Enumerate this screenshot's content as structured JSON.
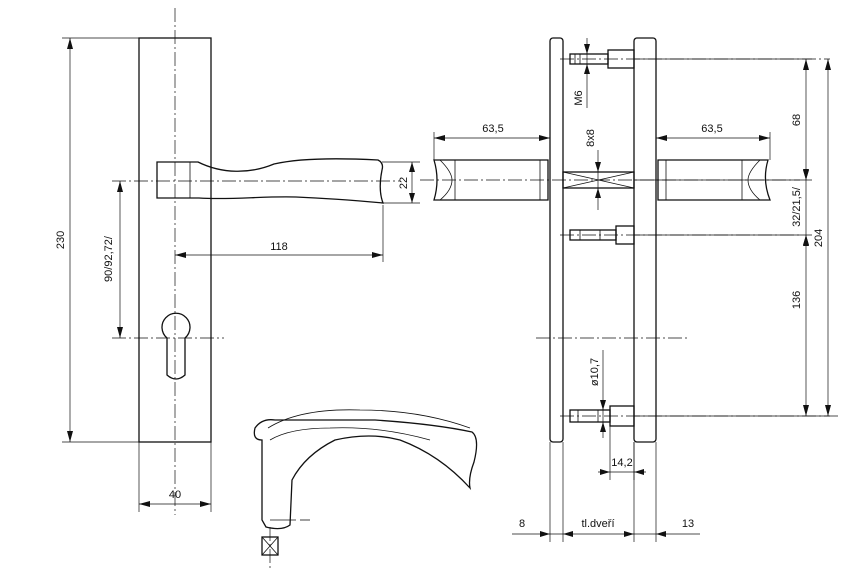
{
  "dimensions": {
    "plate_height": "230",
    "plate_width": "40",
    "lever_length": "118",
    "lever_thickness": "22",
    "spindle_to_cylinder": "90/92,72/",
    "lever_projection_left": "63,5",
    "lever_projection_right": "63,5",
    "spindle_square": "8x8",
    "screw_thread": "M6",
    "screw_spacing_upper": "68",
    "screw_spacing_lower": "136",
    "screw_spacing_total": "204",
    "spindle_offset": "32/21,5/",
    "bore_diameter": "ø10,7",
    "sleeve_length": "14,2",
    "plate_thickness_left": "8",
    "door_thickness": "tl.dveří",
    "plate_thickness_right": "13"
  }
}
